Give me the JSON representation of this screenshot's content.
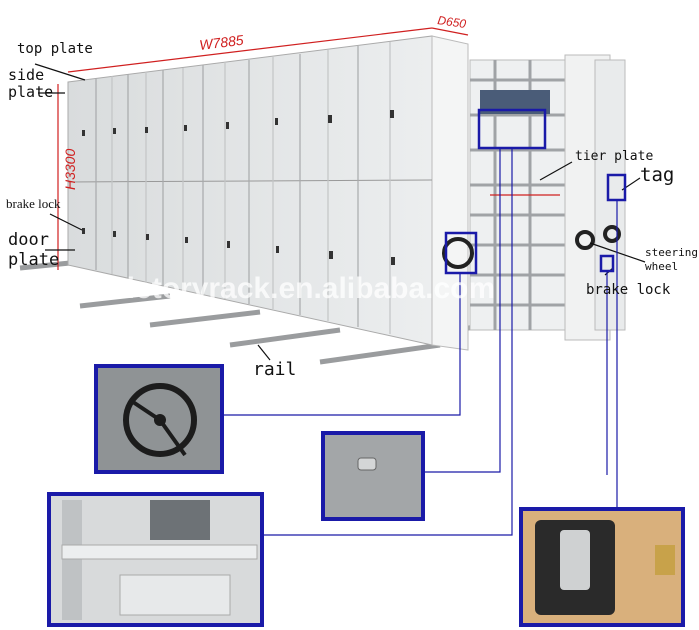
{
  "dimensions": {
    "width": "W7885",
    "depth": "D650",
    "height": "H3300"
  },
  "labels": {
    "top_plate": "top plate",
    "side_plate_1": "side",
    "side_plate_2": "plate",
    "brake_lock_left": "brake lock",
    "door_plate_1": "door",
    "door_plate_2": "plate",
    "tier_plate": "tier plate",
    "tag": "tag",
    "steering_wheel_1": "steering",
    "steering_wheel_2": "wheel",
    "brake_lock_right": "brake lock",
    "rail": "rail"
  },
  "watermark": "victoryrack.en.alibaba.com",
  "colors": {
    "callout_box": "#1a1aa8",
    "dimension": "#d02020",
    "cabinet": "#e3e5e6"
  }
}
